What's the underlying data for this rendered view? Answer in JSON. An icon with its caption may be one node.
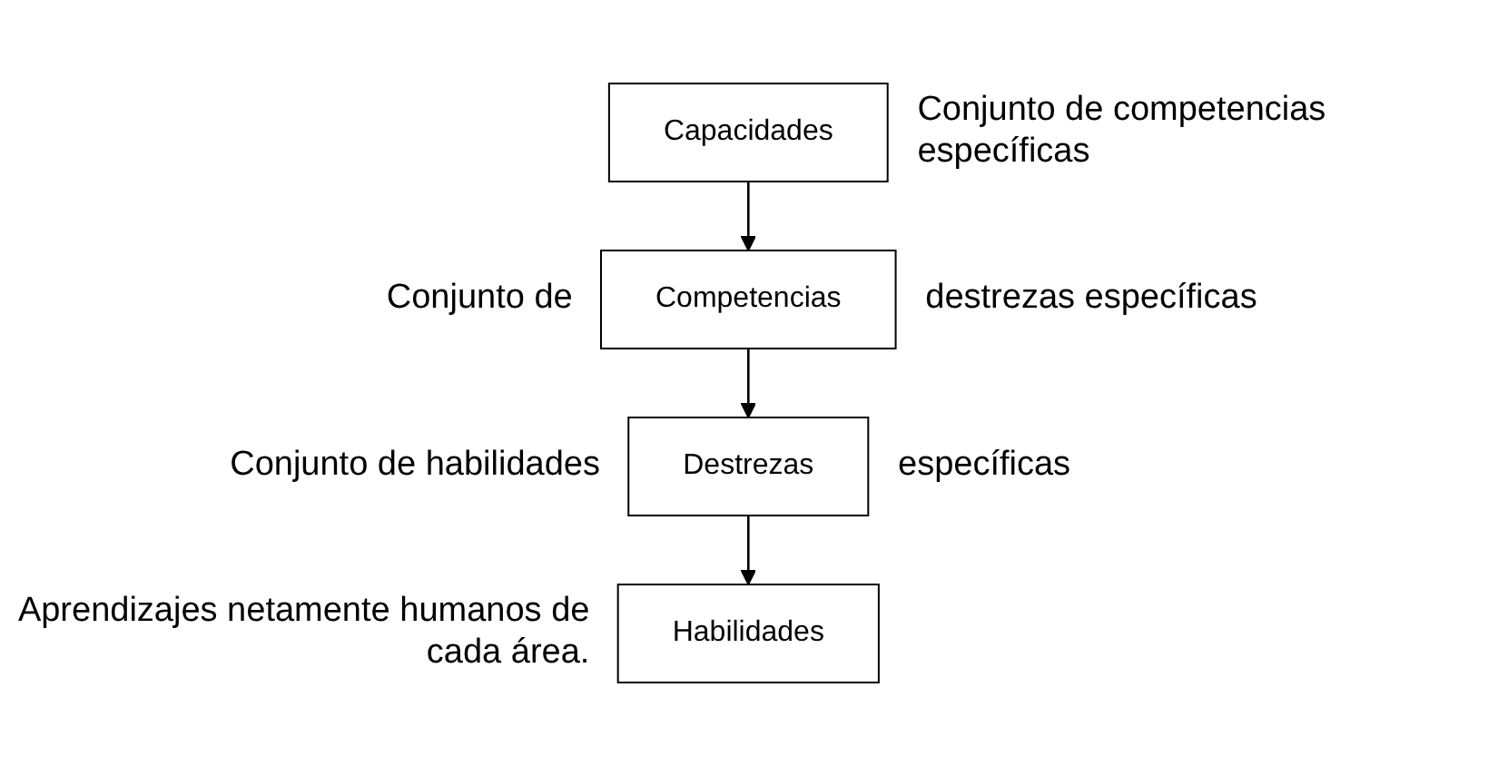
{
  "diagram": {
    "nodes": [
      {
        "text": [
          "Capacidades"
        ]
      },
      {
        "text": [
          "Competencias"
        ]
      },
      {
        "text": [
          "Destrezas"
        ]
      },
      {
        "text": [
          "Habilidades"
        ]
      }
    ],
    "edges": [
      {
        "from": 0,
        "to": 1,
        "arrow": "to"
      },
      {
        "from": 1,
        "to": 2,
        "arrow": "to"
      },
      {
        "from": 2,
        "to": 3,
        "arrow": "to"
      }
    ],
    "labels": [
      "Conjunto de competencias específicas",
      "Conjunto de",
      "destrezas específicas",
      "Conjunto de habilidades",
      "específicas",
      "Aprendizajes netamente humanos de cada área."
    ]
  }
}
